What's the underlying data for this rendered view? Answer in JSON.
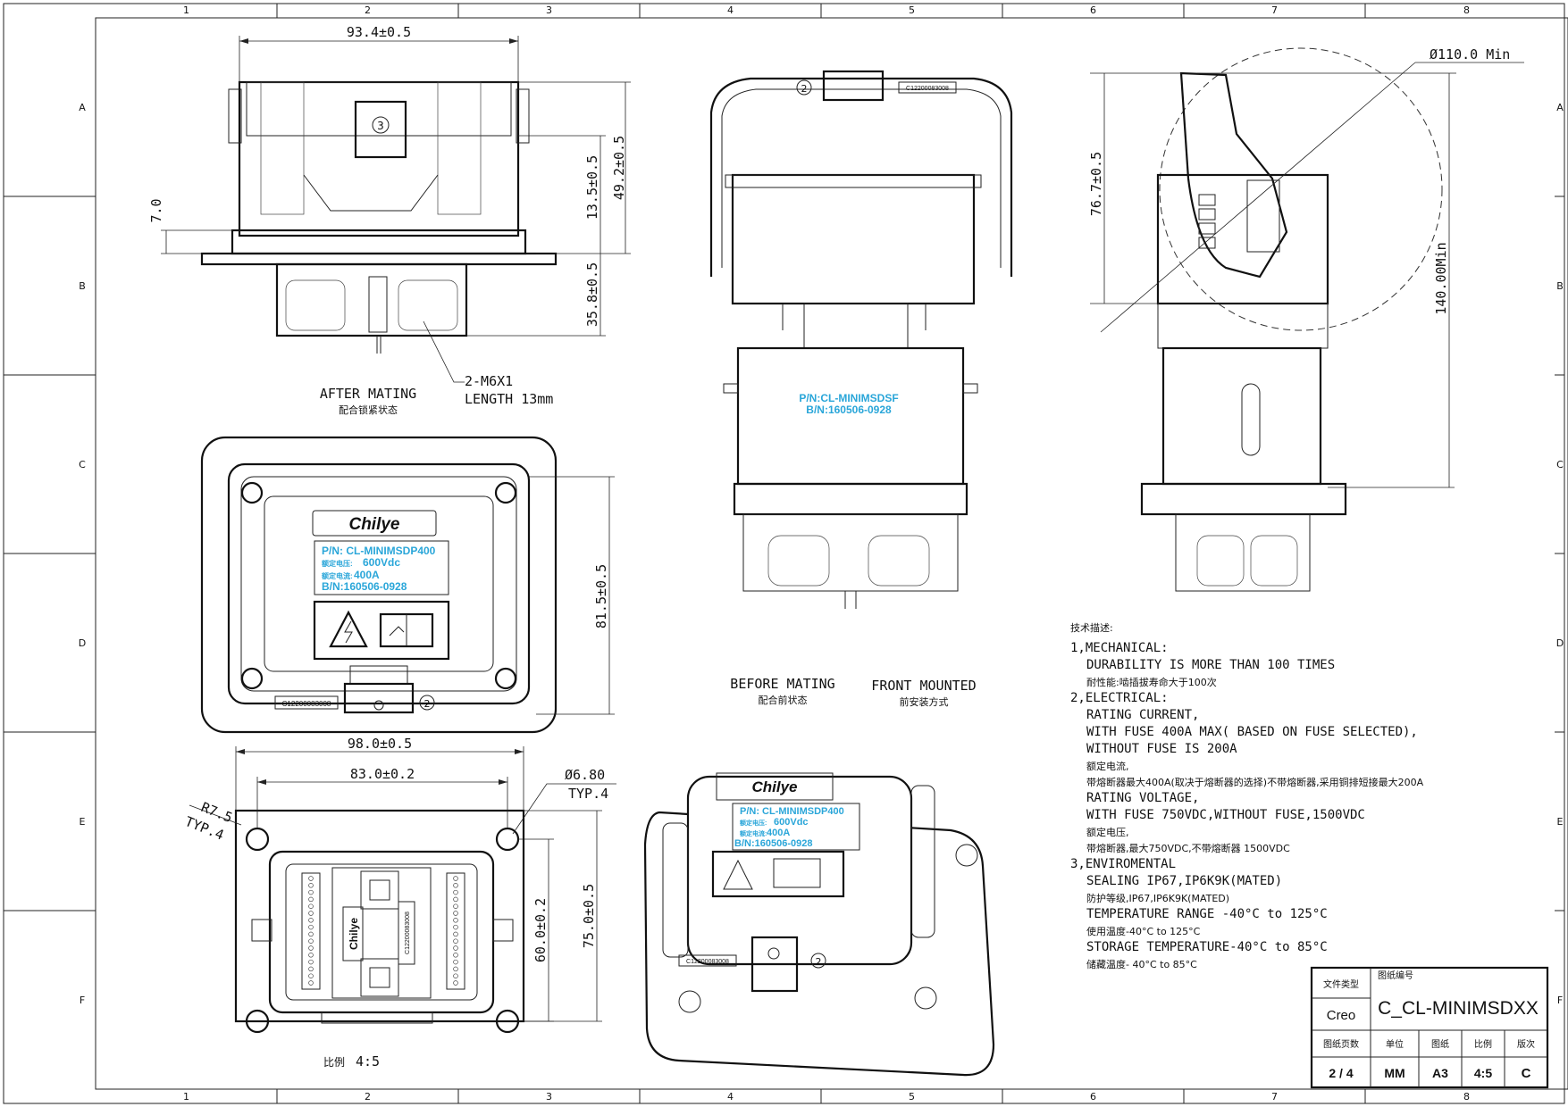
{
  "grid": {
    "cols": [
      "1",
      "2",
      "3",
      "4",
      "5",
      "6",
      "7",
      "8"
    ],
    "rows": [
      "A",
      "B",
      "C",
      "D",
      "E",
      "F"
    ]
  },
  "views": {
    "after_mating": {
      "label_en": "AFTER MATING",
      "label_cn": "配合锁紧状态"
    },
    "before_mating": {
      "label_en": "BEFORE MATING",
      "label_cn": "配合前状态"
    },
    "front_mounted": {
      "label_en": "FRONT MOUNTED",
      "label_cn": "前安装方式"
    }
  },
  "dimensions": {
    "width_top": "93.4±0.5",
    "h_49": "49.2±0.5",
    "h_13": "13.5±0.5",
    "h_35": "35.8±0.5",
    "h_7": "7.0",
    "screw_1": "2-M6X1",
    "screw_2": "LENGTH 13mm",
    "h_81": "81.5±0.5",
    "w_98": "98.0±0.5",
    "w_83": "83.0±0.2",
    "dia_680": "Ø6.80",
    "typ4_a": "TYP.4",
    "r75": "R7.5",
    "typ4_b": "TYP.4",
    "h_60": "60.0±0.2",
    "h_75": "75.0±0.5",
    "dia_110": "Ø110.0 Min",
    "h_76": "76.7±0.5",
    "h_140": "140.00Min",
    "scale_cn": "比例",
    "scale_val": "4:5"
  },
  "labels": {
    "brand": "Chilye",
    "pn_line": "P/N:  CL-MINIMSDP400",
    "rated_v_cn": "额定电压:",
    "rated_v": "600Vdc",
    "rated_i_cn": "额定电流:",
    "rated_i": "400A",
    "bn_line": "B/N:160506-0928",
    "code": "C12200083008",
    "front_pn": "P/N:CL-MINIMSDSF",
    "front_bn": "B/N:160506-0928",
    "badge_2": "2",
    "badge_3": "3"
  },
  "tech": {
    "title": "技术描述:",
    "lines": [
      "1,MECHANICAL:",
      "DURABILITY IS MORE THAN 100 TIMES",
      "耐性能:啮插拔寿命大于100次",
      "2,ELECTRICAL:",
      "RATING CURRENT,",
      "WITH FUSE 400A MAX( BASED ON FUSE SELECTED),",
      "WITHOUT FUSE IS 200A",
      "额定电流,",
      "带熔断器最大400A(取决于熔断器的选择)不带熔断器,采用铜排短接最大200A",
      "RATING VOLTAGE,",
      "WITH FUSE 750VDC,WITHOUT FUSE,1500VDC",
      "额定电压,",
      "带熔断器,最大750VDC,不带熔断器 1500VDC",
      "3,ENVIROMENTAL",
      "SEALING IP67,IP6K9K(MATED)",
      "防护等级,IP67,IP6K9K(MATED)",
      "TEMPERATURE RANGE -40°C to 125°C",
      "使用温度-40°C to 125°C",
      "STORAGE TEMPERATURE-40°C to 85°C",
      "储藏温度- 40°C to 85°C"
    ]
  },
  "title_block": {
    "file_type_label": "文件类型",
    "file_type": "Creo",
    "drawing_no_label": "图纸编号",
    "drawing_no": "C_CL-MINIMSDXX",
    "page_label": "图纸页数",
    "page": "2 / 4",
    "unit_label": "单位",
    "unit": "MM",
    "paper_label": "图纸",
    "paper": "A3",
    "scale_label": "比例",
    "scale": "4:5",
    "rev_label": "版次",
    "rev": "C"
  }
}
